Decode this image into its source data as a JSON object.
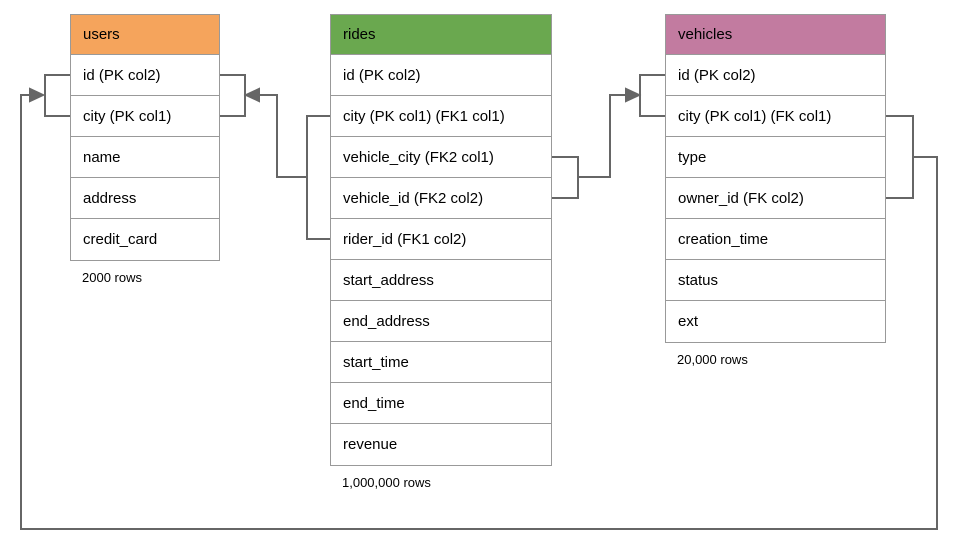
{
  "diagram": {
    "tables": [
      {
        "name": "users",
        "header_color": "#f5a45c",
        "rows": [
          "id (PK col2)",
          "city (PK col1)",
          "name",
          "address",
          "credit_card"
        ],
        "row_count": "2000 rows"
      },
      {
        "name": "rides",
        "header_color": "#6aa84f",
        "rows": [
          "id (PK col2)",
          "city (PK col1) (FK1 col1)",
          "vehicle_city (FK2 col1)",
          "vehicle_id (FK2 col2)",
          "rider_id (FK1 col2)",
          "start_address",
          "end_address",
          "start_time",
          "end_time",
          "revenue"
        ],
        "row_count": "1,000,000 rows"
      },
      {
        "name": "vehicles",
        "header_color": "#c27ba0",
        "rows": [
          "id (PK col2)",
          "city (PK col1) (FK col1)",
          "type",
          "owner_id (FK col2)",
          "creation_time",
          "status",
          "ext"
        ],
        "row_count": "20,000 rows"
      }
    ],
    "relationships": [
      {
        "from": "rides (city FK1 col1, rider_id FK1 col2)",
        "to": "users (city, id)"
      },
      {
        "from": "rides (vehicle_city FK2 col1, vehicle_id FK2 col2)",
        "to": "vehicles (city, id)"
      },
      {
        "from": "vehicles (city FK col1, owner_id FK col2)",
        "to": "users (city, id)"
      }
    ],
    "line_color": "#666666",
    "border_color": "#999999"
  }
}
